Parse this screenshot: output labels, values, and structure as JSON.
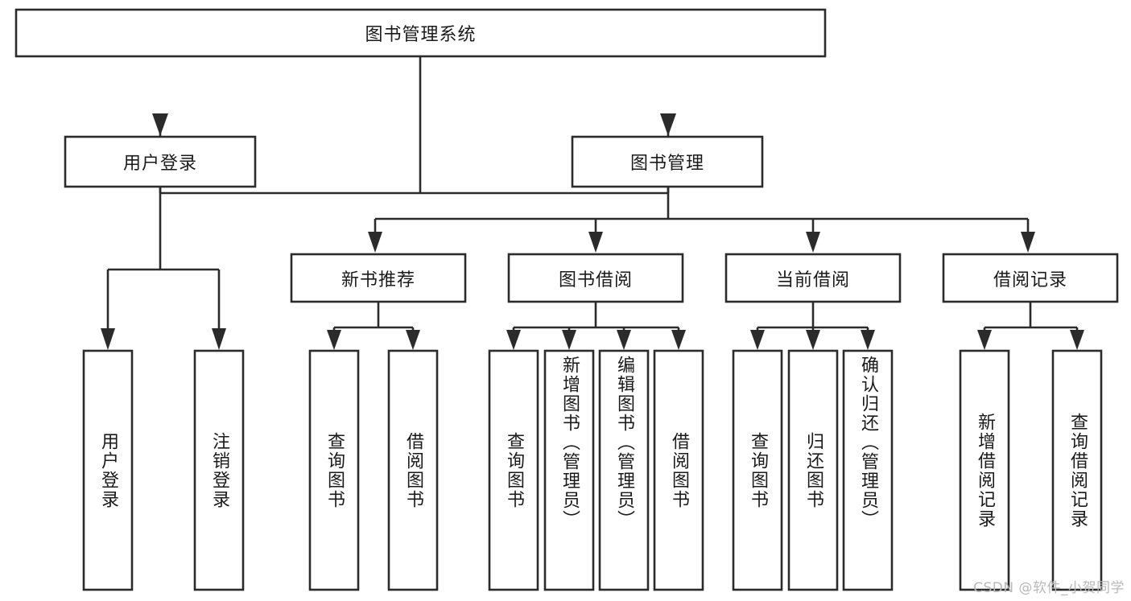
{
  "diagram": {
    "title": "图书管理系统",
    "type": "hierarchy-tree",
    "watermark": "CSDN @软件_小贺同学",
    "colors": {
      "stroke": "#2b2b2b",
      "box_fill": "#ffffff",
      "text": "#1a1a1a",
      "background": "#ffffff",
      "watermark": "#b9b9b9"
    },
    "levels": 4
  },
  "nodes": {
    "root": {
      "label": "图书管理系统",
      "level": 1,
      "orientation": "horizontal"
    },
    "level2": [
      {
        "id": "user-login",
        "label": "用户登录",
        "orientation": "horizontal"
      },
      {
        "id": "book-management",
        "label": "图书管理",
        "orientation": "horizontal"
      }
    ],
    "level3": [
      {
        "id": "new-book-recommend",
        "label": "新书推荐",
        "orientation": "horizontal",
        "parent": "book-management"
      },
      {
        "id": "book-borrow",
        "label": "图书借阅",
        "orientation": "horizontal",
        "parent": "book-management"
      },
      {
        "id": "current-borrow",
        "label": "当前借阅",
        "orientation": "horizontal",
        "parent": "book-management"
      },
      {
        "id": "borrow-record",
        "label": "借阅记录",
        "orientation": "horizontal",
        "parent": "book-management"
      }
    ],
    "leaves": [
      {
        "id": "leaf-user-login",
        "label": "用户登录",
        "parent": "user-login",
        "orientation": "vertical"
      },
      {
        "id": "leaf-logout",
        "label": "注销登录",
        "parent": "user-login",
        "orientation": "vertical"
      },
      {
        "id": "leaf-query-book-1",
        "label": "查询图书",
        "parent": "new-book-recommend",
        "orientation": "vertical"
      },
      {
        "id": "leaf-borrow-book-1",
        "label": "借阅图书",
        "parent": "new-book-recommend",
        "orientation": "vertical"
      },
      {
        "id": "leaf-query-book-2",
        "label": "查询图书",
        "parent": "book-borrow",
        "orientation": "vertical"
      },
      {
        "id": "leaf-add-book",
        "label": "新增图书（管理员）",
        "parent": "book-borrow",
        "orientation": "vertical"
      },
      {
        "id": "leaf-edit-book",
        "label": "编辑图书（管理员）",
        "parent": "book-borrow",
        "orientation": "vertical"
      },
      {
        "id": "leaf-borrow-book-2",
        "label": "借阅图书",
        "parent": "book-borrow",
        "orientation": "vertical"
      },
      {
        "id": "leaf-query-book-3",
        "label": "查询图书",
        "parent": "current-borrow",
        "orientation": "vertical"
      },
      {
        "id": "leaf-return-book",
        "label": "归还图书",
        "parent": "current-borrow",
        "orientation": "vertical"
      },
      {
        "id": "leaf-confirm-return",
        "label": "确认归还（管理员）",
        "parent": "current-borrow",
        "orientation": "vertical"
      },
      {
        "id": "leaf-add-record",
        "label": "新增借阅记录",
        "parent": "borrow-record",
        "orientation": "vertical"
      },
      {
        "id": "leaf-query-record",
        "label": "查询借阅记录",
        "parent": "borrow-record",
        "orientation": "vertical"
      }
    ]
  }
}
